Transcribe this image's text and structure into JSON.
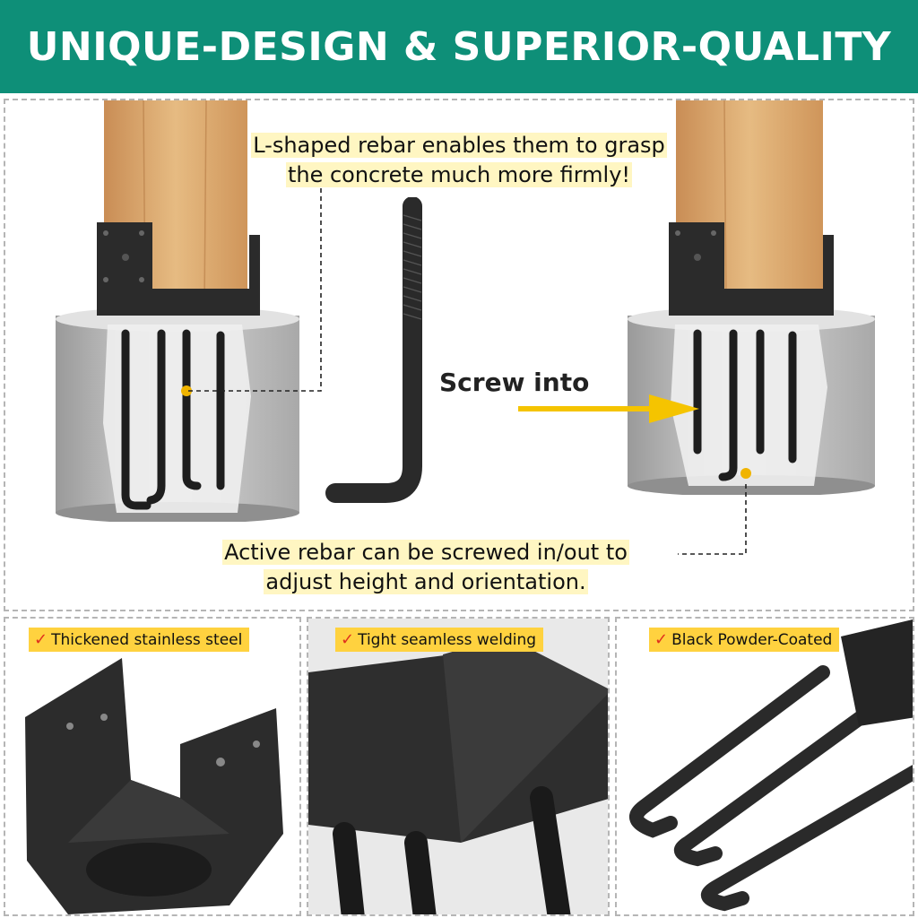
{
  "banner": {
    "title": "UNIQUE-DESIGN & SUPERIOR-QUALITY",
    "bg_color": "#0e8f78"
  },
  "callouts": {
    "rebar_line1": "L-shaped rebar enables them to grasp",
    "rebar_line2": "the concrete much more firmly!",
    "active_line1": "Active rebar can be screwed in/out to",
    "active_line2": "adjust height and orientation."
  },
  "screw_label": "Screw into",
  "features": [
    {
      "label": "Thickened stainless steel",
      "icon": "checkmark-icon"
    },
    {
      "label": "Tight seamless welding",
      "icon": "checkmark-icon"
    },
    {
      "label": "Black Powder-Coated",
      "icon": "checkmark-icon"
    }
  ],
  "colors": {
    "tag_bg": "#ffd23f",
    "check": "#e0301e",
    "arrow": "#f5c400",
    "wood": "#dcae74",
    "concrete": "#c9c9c9",
    "steel": "#2a2a2a"
  }
}
